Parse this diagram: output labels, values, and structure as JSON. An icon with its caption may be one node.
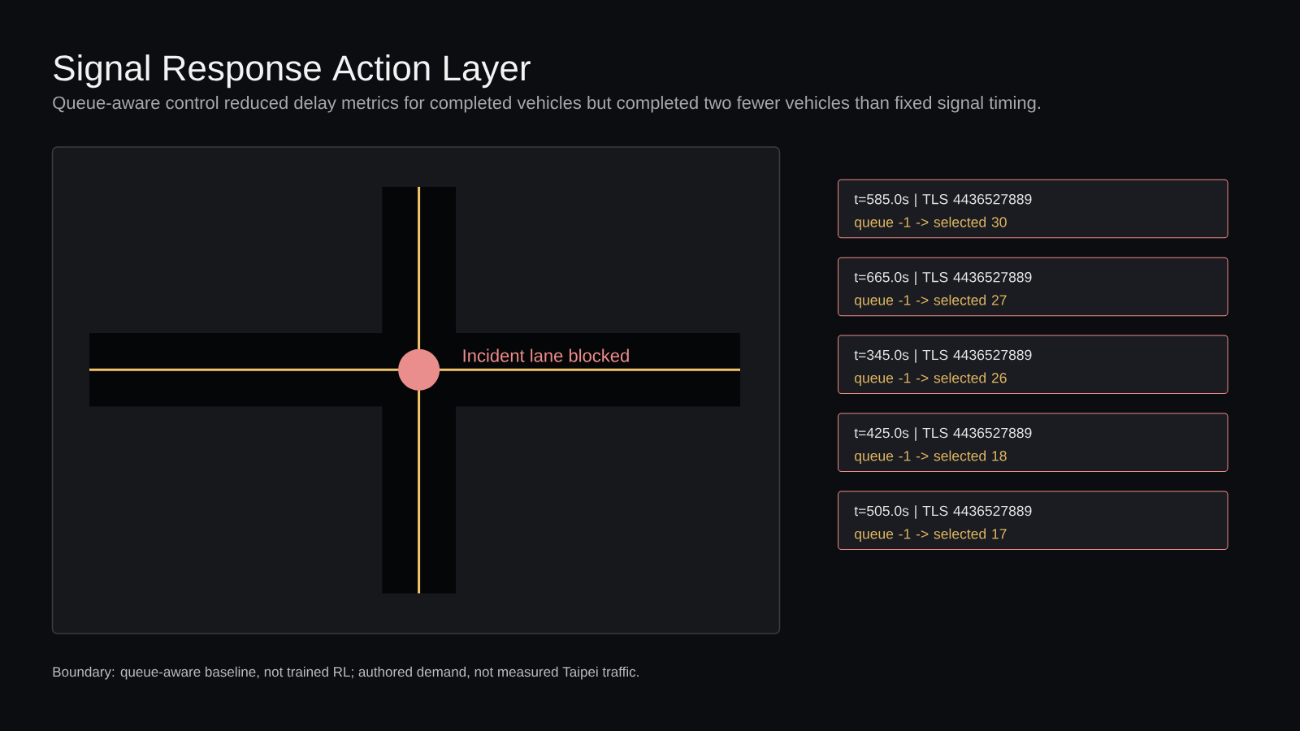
{
  "diagram": {
    "title": "Signal Response Action Layer",
    "nodes": [
      {
        "text": [],
        "shape": "circle",
        "beside": [
          "Incident lane blocked"
        ]
      },
      {
        "text": [
          "t=585.0s | TLS 4436527889",
          "queue -1 -> selected 30"
        ]
      },
      {
        "text": [
          "t=665.0s | TLS 4436527889",
          "queue -1 -> selected 27"
        ]
      },
      {
        "text": [
          "t=345.0s | TLS 4436527889",
          "queue -1 -> selected 26"
        ]
      },
      {
        "text": [
          "t=425.0s | TLS 4436527889",
          "queue -1 -> selected 18"
        ]
      },
      {
        "text": [
          "t=505.0s | TLS 4436527889",
          "queue -1 -> selected 17"
        ]
      }
    ],
    "labels": [
      "Queue-aware control reduced delay metrics for completed vehicles but completed two fewer vehicles than fixed signal timing.",
      "Boundary: queue-aware baseline, not trained RL; authored demand, not measured Taipei traffic."
    ]
  }
}
